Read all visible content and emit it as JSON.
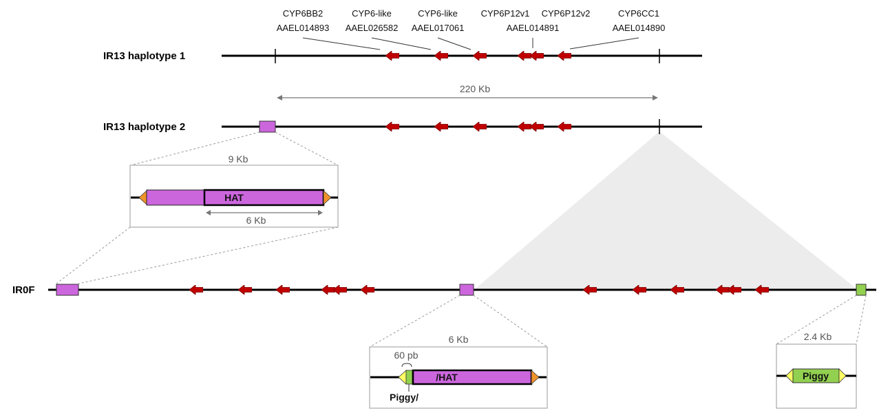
{
  "colors": {
    "arrow": "#c00000",
    "hat": "#cc66dd",
    "piggy": "#92d050",
    "tir_orange": "#f0932b",
    "tir_yellow": "#ffff66",
    "duplication_shade": "#ececec",
    "line": "#000000"
  },
  "genes": [
    {
      "name": "CYP6BB2",
      "id": "AAEL014893"
    },
    {
      "name": "CYP6-like",
      "id": "AAEL026582"
    },
    {
      "name": "CYP6-like",
      "id": "AAEL017061"
    },
    {
      "name": "CYP6P12v1",
      "id": ""
    },
    {
      "name": "CYP6P12v2",
      "id": "AAEL014891"
    },
    {
      "name": "CYP6CC1",
      "id": "AAEL014890"
    }
  ],
  "rows": {
    "hap1": "IR13 haplotype  1",
    "hap2": "IR13 haplotype  2",
    "irof": "IR0F"
  },
  "span_label": "220 Kb",
  "inset_hat": {
    "size": "9 Kb",
    "element": "HAT",
    "sub_size": "6 Kb"
  },
  "inset_piggy_hat": {
    "size": "6 Kb",
    "spacer": "60 pb",
    "element": "/HAT",
    "piggy_label": "Piggy/"
  },
  "inset_piggy": {
    "size": "2.4 Kb",
    "element": "Piggy"
  }
}
